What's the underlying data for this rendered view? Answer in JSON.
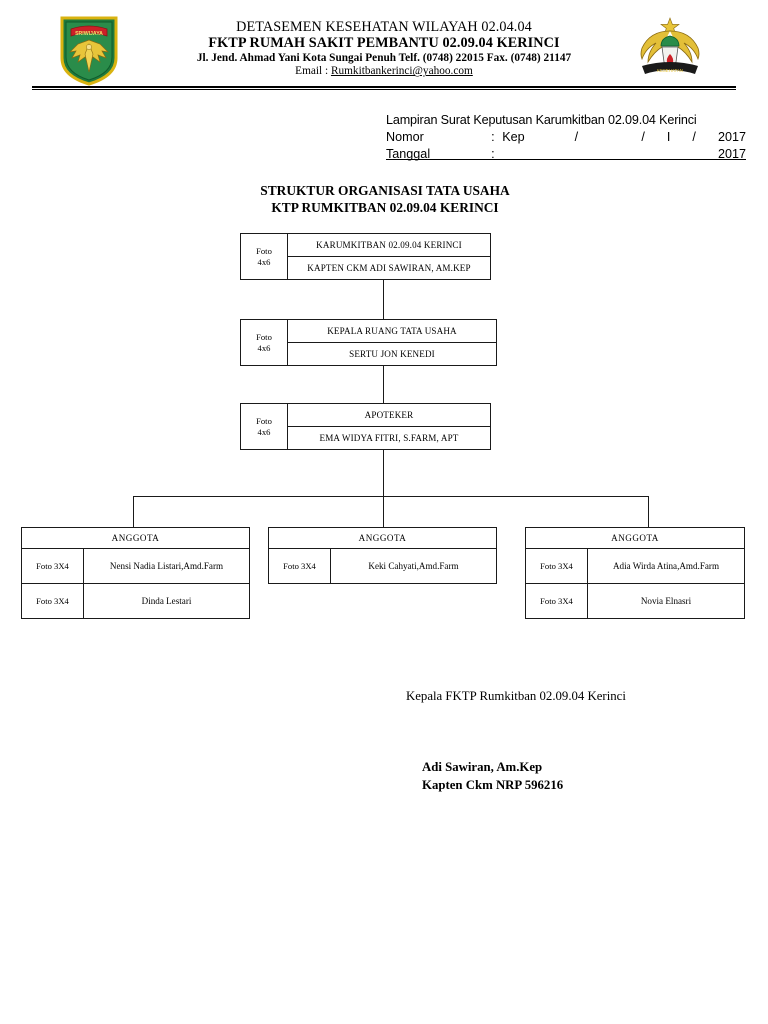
{
  "letterhead": {
    "line1": "DETASEMEN KESEHATAN WILAYAH 02.04.04",
    "line2": "FKTP RUMAH SAKIT PEMBANTU 02.09.04 KERINCI",
    "line3": "Jl. Jend. Ahmad Yani Kota Sungai Penuh Telf. (0748) 22015 Fax. (0748) 21147",
    "email_label": "Email : ",
    "email": "Rumkitbankerinci@yahoo.com",
    "logo_left_name": "kodam-sriwijaya-emblem",
    "logo_right_name": "kesehatan-tni-ad-emblem"
  },
  "lampiran": {
    "title": "Lampiran Surat Keputusan Karumkitban 02.09.04 Kerinci",
    "nomor_label": "Nomor",
    "nomor_colon": ":",
    "nomor_kep": "Kep",
    "slash1": "/",
    "slash2": "/",
    "roman": "I",
    "slash3": "/",
    "nomor_year": "2017",
    "tanggal_label": "Tanggal",
    "tanggal_colon": ":",
    "tanggal_year": "2017"
  },
  "chart_title": {
    "line1": "STRUKTUR ORGANISASI TATA USAHA",
    "line2": "KTP RUMKITBAN 02.09.04 KERINCI"
  },
  "org": {
    "nodes": [
      {
        "photo": "Foto",
        "photo_size": "4x6",
        "role": "KARUMKITBAN 02.09.04 KERINCI",
        "name": "KAPTEN CKM ADI SAWIRAN, AM.KEP"
      },
      {
        "photo": "Foto",
        "photo_size": "4x6",
        "role": "KEPALA RUANG TATA USAHA",
        "name": "SERTU JON KENEDI"
      },
      {
        "photo": "Foto",
        "photo_size": "4x6",
        "role": "APOTEKER",
        "name": "EMA WIDYA FITRI, S.FARM, APT"
      }
    ],
    "groups": [
      {
        "header": "ANGGOTA",
        "members": [
          {
            "photo": "Foto 3X4",
            "name": "Nensi Nadia Listari,Amd.Farm"
          },
          {
            "photo": "Foto 3X4",
            "name": "Dinda Lestari"
          }
        ]
      },
      {
        "header": "ANGGOTA",
        "members": [
          {
            "photo": "Foto 3X4",
            "name": "Keki Cahyati,Amd.Farm"
          }
        ]
      },
      {
        "header": "ANGGOTA",
        "members": [
          {
            "photo": "Foto 3X4",
            "name": "Adia Wirda Atina,Amd.Farm"
          },
          {
            "photo": "Foto 3X4",
            "name": "Novia Elnasri"
          }
        ]
      }
    ]
  },
  "signature": {
    "title": "Kepala FKTP Rumkitban 02.09.04 Kerinci",
    "name": "Adi Sawiran, Am.Kep",
    "rank": "Kapten Ckm NRP 596216"
  }
}
